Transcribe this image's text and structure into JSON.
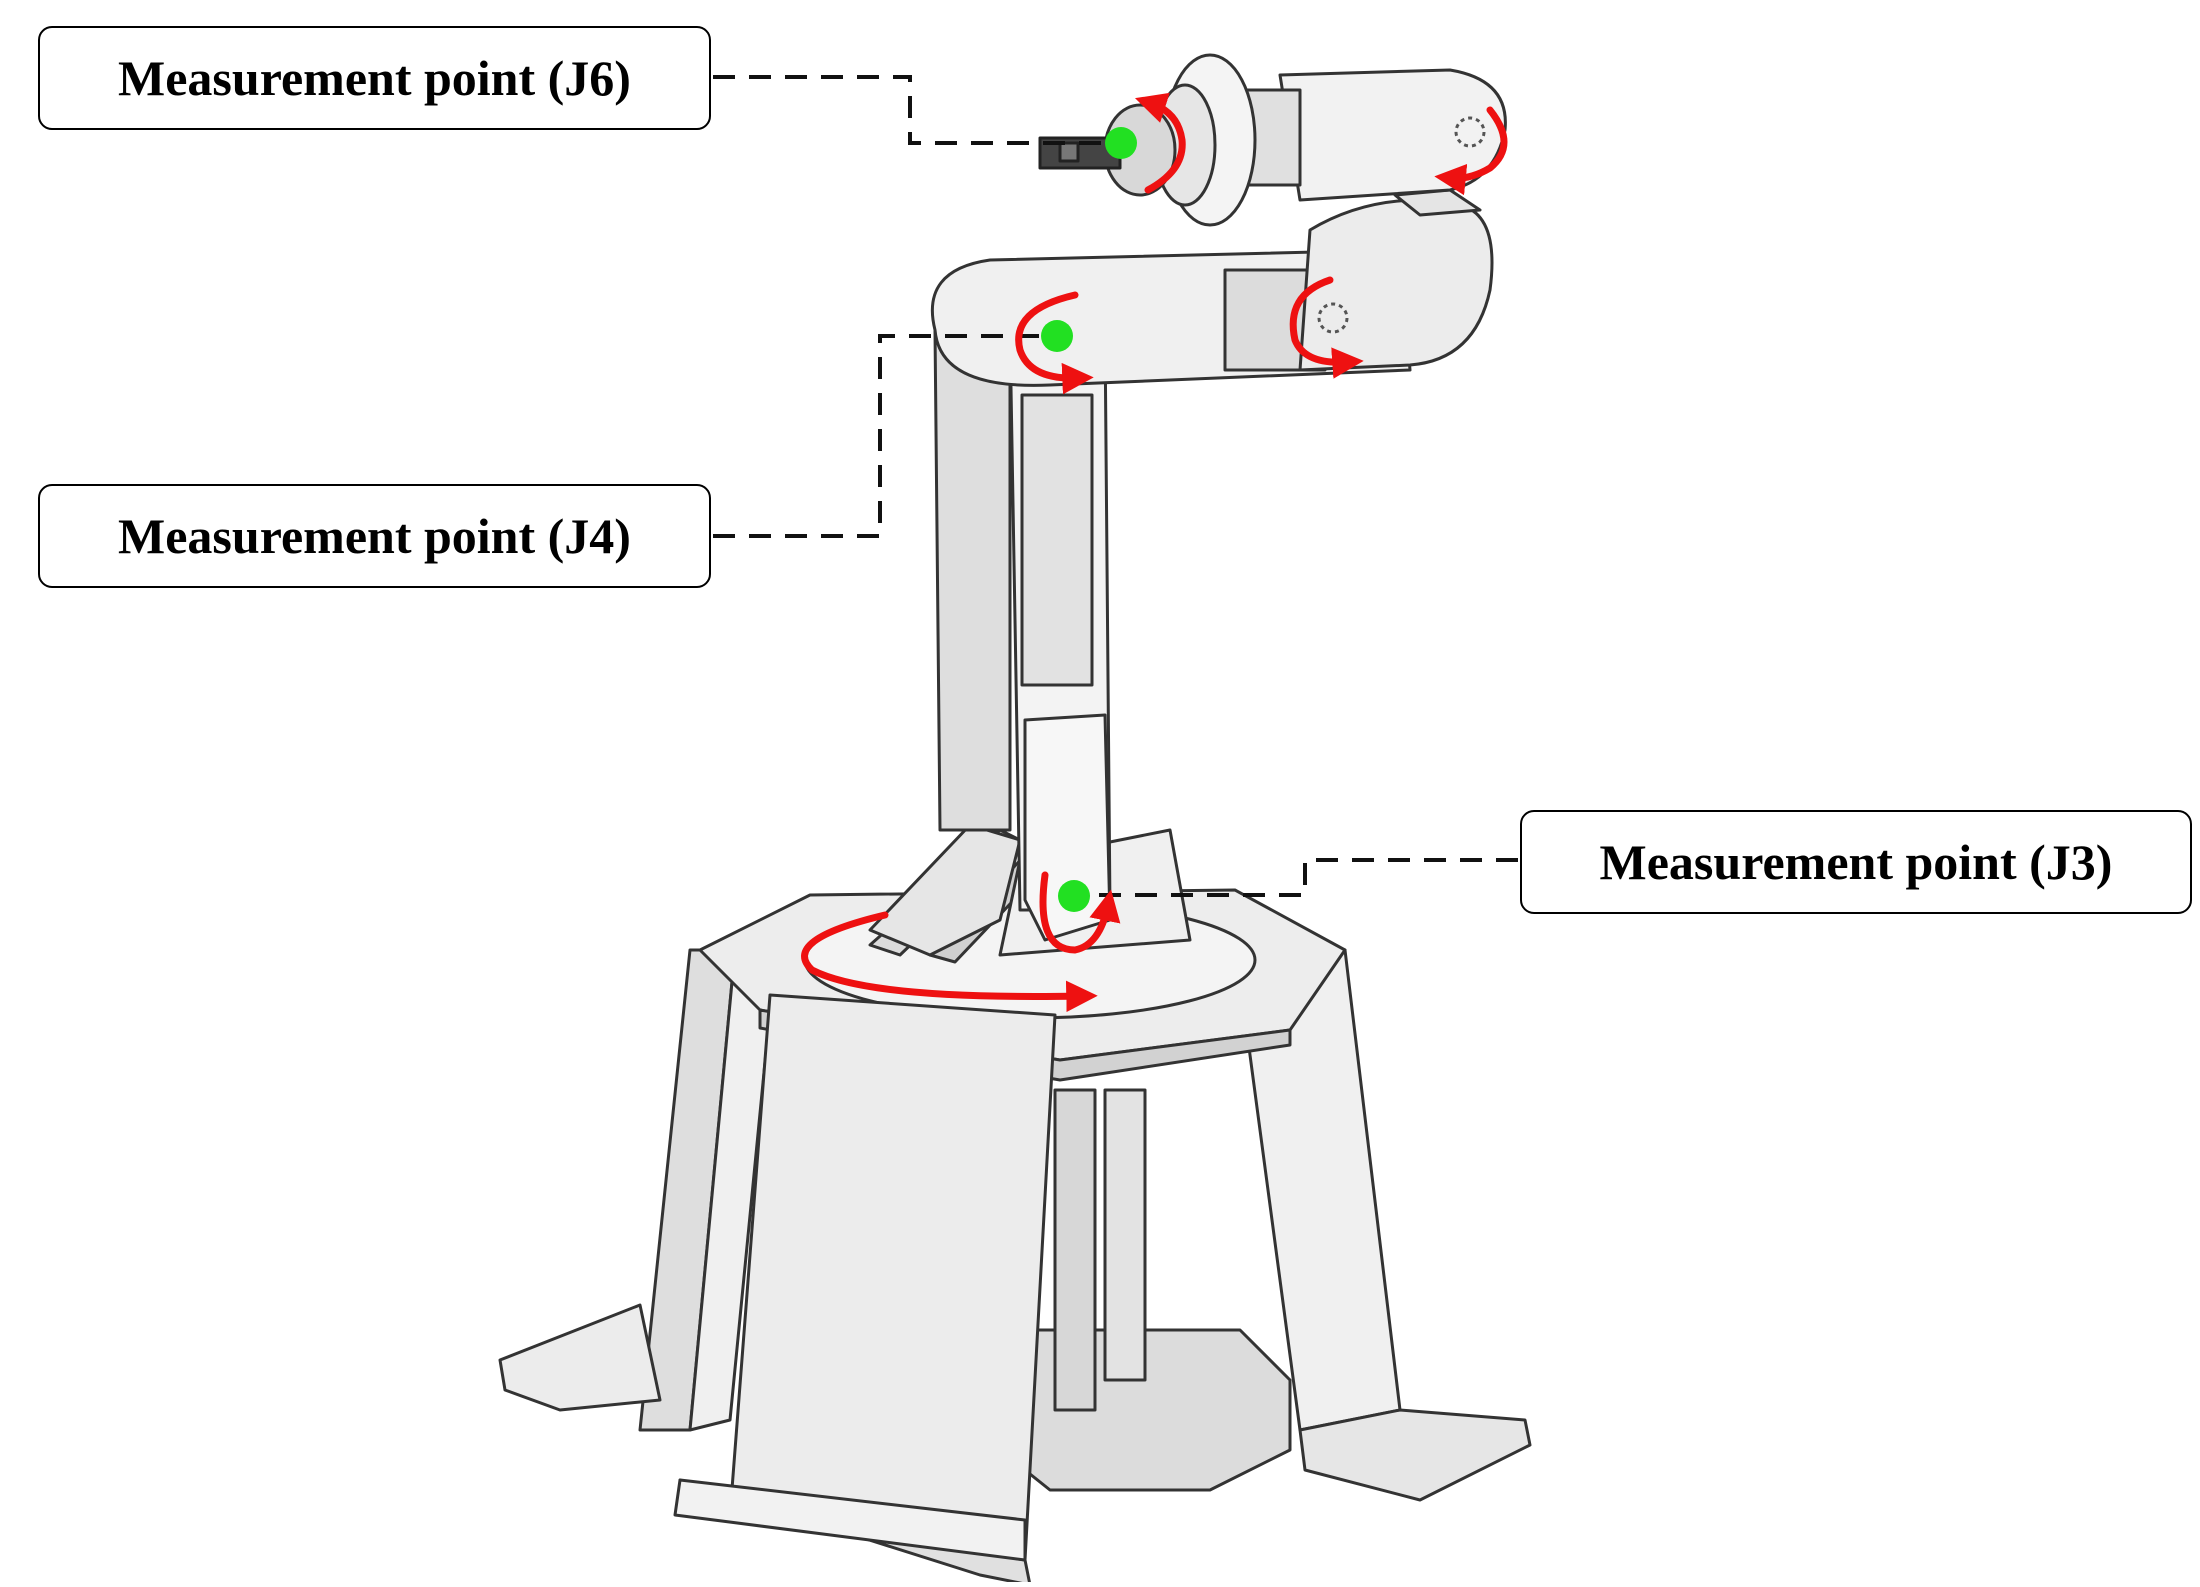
{
  "callouts": {
    "j6": "Measurement point (J6)",
    "j4": "Measurement point (J4)",
    "j3": "Measurement point (J3)"
  },
  "colors": {
    "marker": "#22e022",
    "arrow": "#ee1111",
    "body": "#e9e9e9",
    "outline": "#333333",
    "leader": "#111111"
  }
}
